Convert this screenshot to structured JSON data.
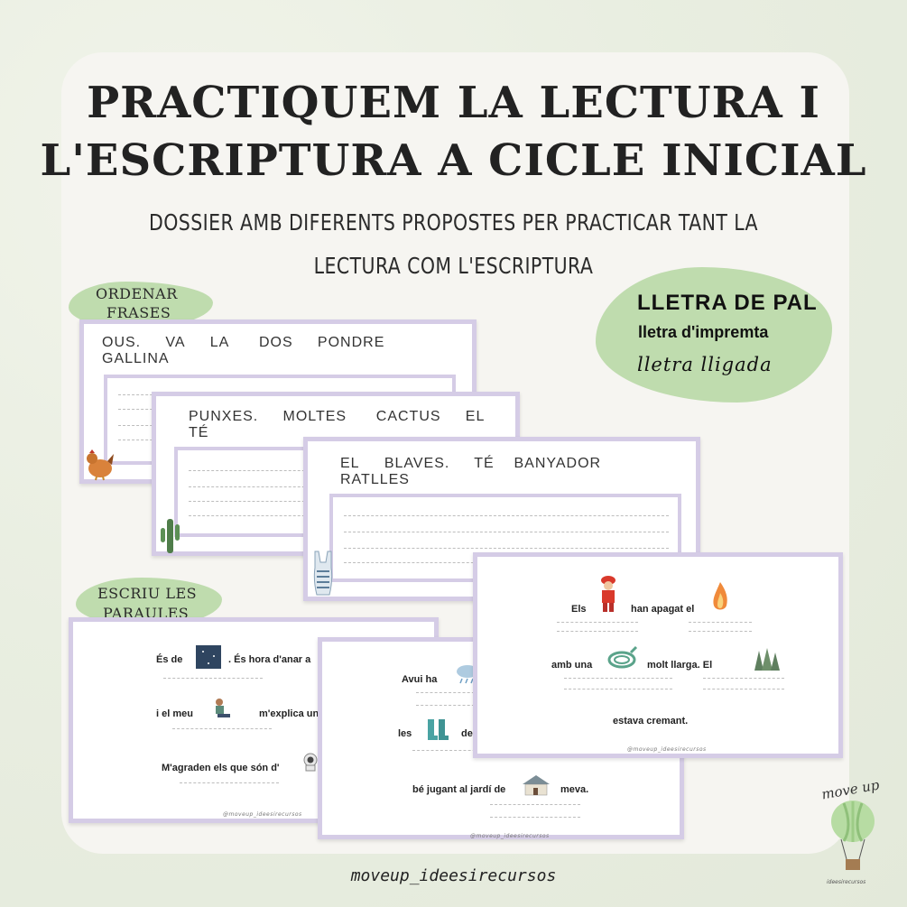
{
  "title": {
    "line1": "PRACTIQUEM LA LECTURA I",
    "line2": "L'ESCRIPTURA A CICLE INICIAL"
  },
  "subtitle": {
    "line1": "DOSSIER AMB DIFERENTS PROPOSTES PER PRACTICAR TANT LA",
    "line2": "LECTURA COM L'ESCRIPTURA"
  },
  "sections": {
    "ordenar": {
      "line1": "ORDENAR",
      "line2": "FRASES"
    },
    "escriu": {
      "line1": "ESCRIU LES",
      "line2": "PARAULES"
    }
  },
  "legend": {
    "pal": "LLETRA DE PAL",
    "impremta": "lletra d'impremta",
    "lligada": "lletra lligada"
  },
  "ordenar_cards": [
    {
      "words": [
        "OUS.",
        "VA",
        "LA",
        "DOS",
        "PONDRE",
        "GALLINA"
      ],
      "icon": "hen-icon"
    },
    {
      "words": [
        "PUNXES.",
        "MOLTES",
        "CACTUS",
        "EL",
        "TÉ"
      ],
      "icon": "cactus-icon"
    },
    {
      "words": [
        "EL",
        "BLAVES.",
        "TÉ",
        "BANYADOR",
        "RATLLES"
      ],
      "icon": "swimsuit-icon"
    }
  ],
  "escriu_cards": {
    "card1": {
      "s1": "És de",
      "s1b": ". És hora d'anar a",
      "s2": "i el meu",
      "s2b": "m'explica un",
      "s3": "M'agraden  els que són d'"
    },
    "card2": {
      "s1": "Avui ha",
      "s2": "les",
      "s2b": "de",
      "s3": "bé jugant al jardí de",
      "s3b": "meva."
    },
    "card3": {
      "s1": "Els",
      "s1b": "han apagat el",
      "s2": "amb una",
      "s2b": "molt llarga. El",
      "s3": "estava cremant."
    }
  },
  "card_handle": "@moveup_ideesirecursos",
  "brand": {
    "logo_text": "move up",
    "logo_sub": "ideesirecursos"
  },
  "footer": "moveup_ideesirecursos",
  "colors": {
    "card_border": "#d5cce6",
    "green_blob": "#b5d7a2",
    "panel": "#f6f5f1"
  }
}
